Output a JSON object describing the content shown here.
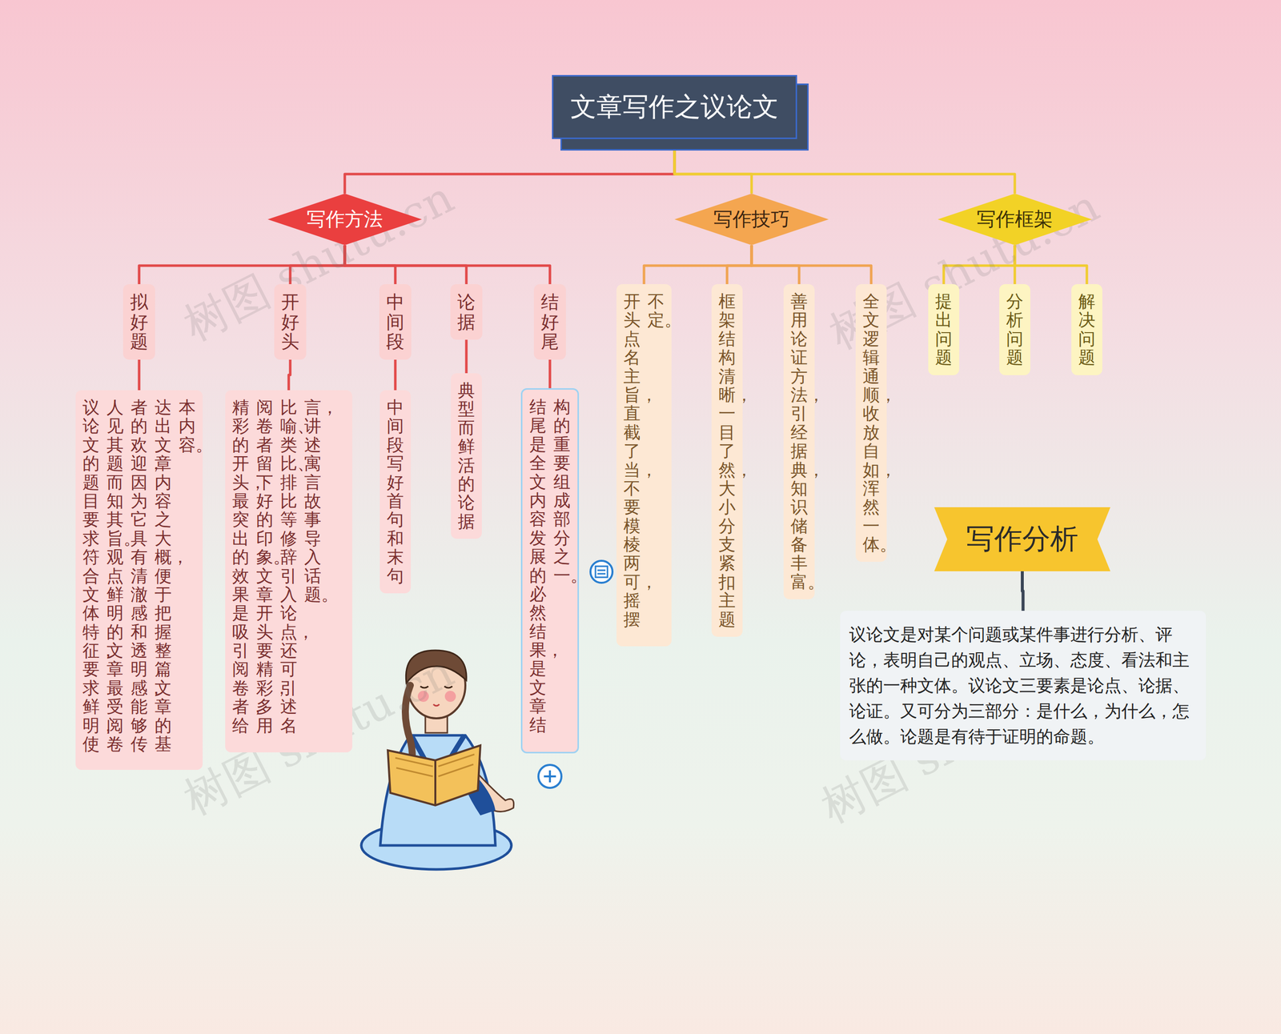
{
  "diagram": {
    "title": "文章写作之议论文",
    "nodes": [
      {
        "text": [
          "文章写作之议论文"
        ]
      },
      {
        "text": [
          "写作方法"
        ]
      },
      {
        "text": [
          "写作技巧"
        ]
      },
      {
        "text": [
          "写作框架"
        ]
      },
      {
        "text": [
          "拟好题"
        ]
      },
      {
        "text": [
          "开好头"
        ]
      },
      {
        "text": [
          "中间段"
        ]
      },
      {
        "text": [
          "论据"
        ]
      },
      {
        "text": [
          "结好尾"
        ]
      },
      {
        "text": [
          "议论文的题目要求符合文体特征，要求鲜明，使人见其题而知其旨。观点鲜明的文章最受阅卷者的欢迎，因为它具有清澈感和透明感，能够传达出文章内容之大概，便于把握整篇文章的基本内容。"
        ]
      },
      {
        "text": [
          "精彩的开头，最突出的效果是吸引阅卷者，给阅卷者留下好的印象。文章开头要精彩，多用比喻、类比、排比等修辞引入论点，还可引述名言，讲述寓言故事导入话题。"
        ]
      },
      {
        "text": [
          "中间段写好首句和末句"
        ]
      },
      {
        "text": [
          "典型而鲜活的论据"
        ]
      },
      {
        "text": [
          "结尾是全文内容发展的必然结果，是文章结构的重要组成部分之一。"
        ]
      },
      {
        "text": [
          "开头点名主旨，直截了当，不要模棱两可，摇摆不定。"
        ]
      },
      {
        "text": [
          "框架结构清晰，一目了然，大小分支紧扣主题"
        ]
      },
      {
        "text": [
          "善用论证方法，引经据典，知识储备丰富。"
        ]
      },
      {
        "text": [
          "全文逻辑通顺，收放自如，浑然一体。"
        ]
      },
      {
        "text": [
          "提出问题"
        ]
      },
      {
        "text": [
          "分析问题"
        ]
      },
      {
        "text": [
          "解决问题"
        ]
      },
      {
        "text": [
          "写作分析"
        ]
      },
      {
        "text": [
          "议论文是对某个问题或某件事进行分析、评论，表明自己的观点、立场、态度、看法和主张的一种文体。议论文三要素是论点、论据、论证。又可分为三部分：是什么，为什么，怎么做。论题是有待于证明的命题。"
        ]
      }
    ],
    "edges": [
      {
        "from": 0,
        "to": 1,
        "arrow": "none"
      },
      {
        "from": 0,
        "to": 2,
        "arrow": "none"
      },
      {
        "from": 0,
        "to": 3,
        "arrow": "none"
      },
      {
        "from": 1,
        "to": 4,
        "arrow": "none"
      },
      {
        "from": 1,
        "to": 5,
        "arrow": "none"
      },
      {
        "from": 1,
        "to": 6,
        "arrow": "none"
      },
      {
        "from": 1,
        "to": 7,
        "arrow": "none"
      },
      {
        "from": 1,
        "to": 8,
        "arrow": "none"
      },
      {
        "from": 4,
        "to": 9,
        "arrow": "none"
      },
      {
        "from": 5,
        "to": 10,
        "arrow": "none"
      },
      {
        "from": 6,
        "to": 11,
        "arrow": "none"
      },
      {
        "from": 7,
        "to": 12,
        "arrow": "none"
      },
      {
        "from": 8,
        "to": 13,
        "arrow": "none"
      },
      {
        "from": 2,
        "to": 14,
        "arrow": "none"
      },
      {
        "from": 2,
        "to": 15,
        "arrow": "none"
      },
      {
        "from": 2,
        "to": 16,
        "arrow": "none"
      },
      {
        "from": 2,
        "to": 17,
        "arrow": "none"
      },
      {
        "from": 3,
        "to": 18,
        "arrow": "none"
      },
      {
        "from": 3,
        "to": 19,
        "arrow": "none"
      },
      {
        "from": 3,
        "to": 20,
        "arrow": "none"
      },
      {
        "from": 21,
        "to": 22,
        "arrow": "none"
      }
    ],
    "labels": [
      "树图 shutu.cn",
      "树图 shutu.cn",
      "树图 shutu.cn",
      "树图 shutu.cn"
    ]
  }
}
